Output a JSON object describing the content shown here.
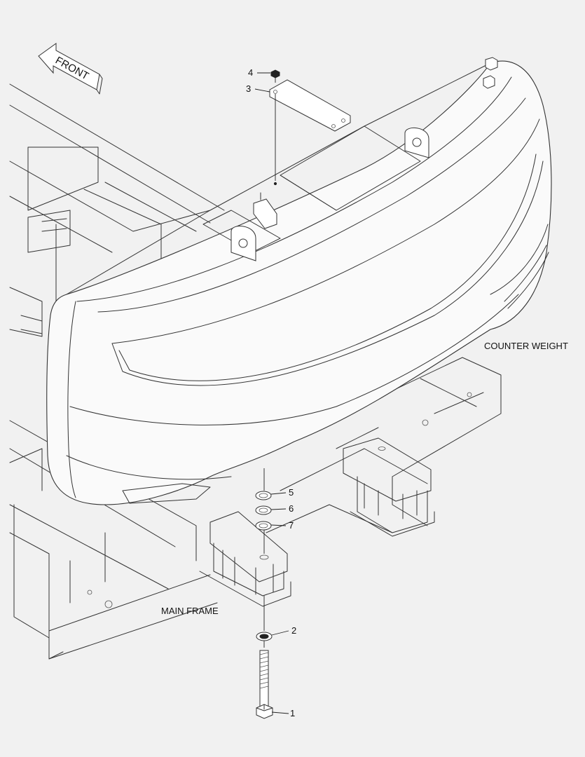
{
  "labels": {
    "counter_weight": "COUNTER WEIGHT",
    "main_frame": "MAIN FRAME",
    "front_arrow": "FRONT"
  },
  "callouts": [
    "1",
    "2",
    "3",
    "4",
    "5",
    "6",
    "7"
  ],
  "colors": {
    "background": "#f1f1f1",
    "line": "#333333"
  }
}
